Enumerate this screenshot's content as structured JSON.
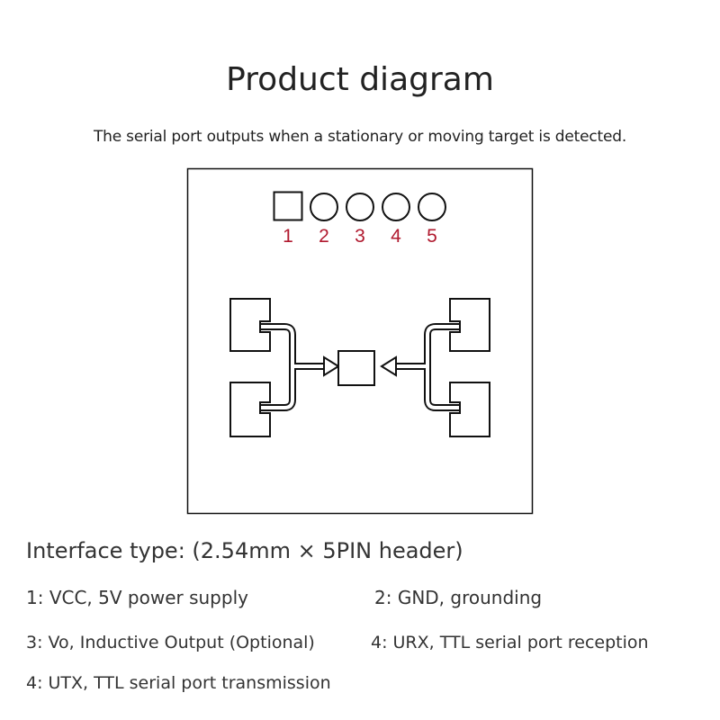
{
  "title": "Product diagram",
  "subtitle": "The serial port outputs when a stationary or moving target is detected.",
  "diagram": {
    "pins": [
      {
        "number": "1",
        "shape": "square"
      },
      {
        "number": "2",
        "shape": "circle"
      },
      {
        "number": "3",
        "shape": "circle"
      },
      {
        "number": "4",
        "shape": "circle"
      },
      {
        "number": "5",
        "shape": "circle"
      }
    ],
    "pin_number_color": "#b0192e"
  },
  "interface": {
    "heading": "Interface type: (2.54mm × 5PIN header)",
    "pins": [
      "1: VCC, 5V power supply",
      "2: GND, grounding",
      "3: Vo, Inductive Output (Optional)",
      "4: URX, TTL serial port reception",
      "4: UTX, TTL serial port transmission"
    ]
  }
}
